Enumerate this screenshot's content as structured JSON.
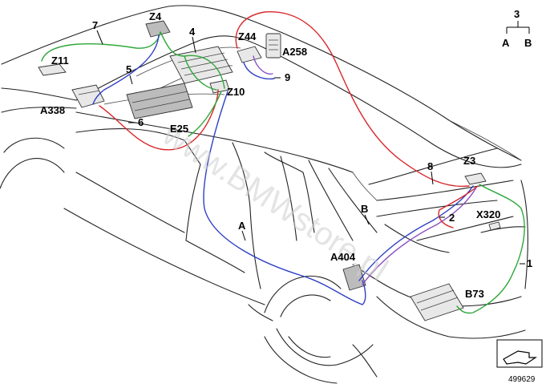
{
  "diagram": {
    "labels": {
      "seven": "7",
      "z4": "Z4",
      "four": "4",
      "z44": "Z44",
      "a258": "A258",
      "nine": "9",
      "z11": "Z11",
      "five": "5",
      "a338": "A338",
      "six": "6",
      "e25": "E25",
      "z10": "Z10",
      "eight": "8",
      "z3": "Z3",
      "b": "B",
      "two": "2",
      "x320": "X320",
      "a": "A",
      "one": "1",
      "a404": "A404",
      "b73": "B73"
    },
    "legend": {
      "root": "3",
      "left": "A",
      "right": "B"
    },
    "watermark": "www.BMWstore.pl",
    "image_id": "499629",
    "colors": {
      "red": "#d8262b",
      "green": "#2ea83a",
      "blue": "#2f3fc4",
      "purple": "#8a4fbf"
    }
  }
}
